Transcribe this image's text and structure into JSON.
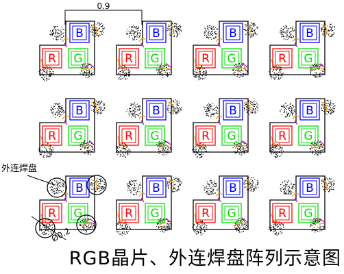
{
  "dimension_label": "0.9",
  "pad_label": "外连焊盘",
  "diameter_label": "Ø0.2",
  "caption": "RGB晶片、外连焊盘阵列示意图",
  "grid": {
    "rows": 3,
    "cols": 4
  },
  "chips": {
    "red": "R",
    "green": "G",
    "blue": "B"
  },
  "colors": {
    "red": "#ff0000",
    "green": "#00e000",
    "blue": "#0000ff",
    "outline": "#000000",
    "corner_arc": "#ff9900",
    "corner_link": "#cc00cc",
    "speckle": "#000000"
  }
}
